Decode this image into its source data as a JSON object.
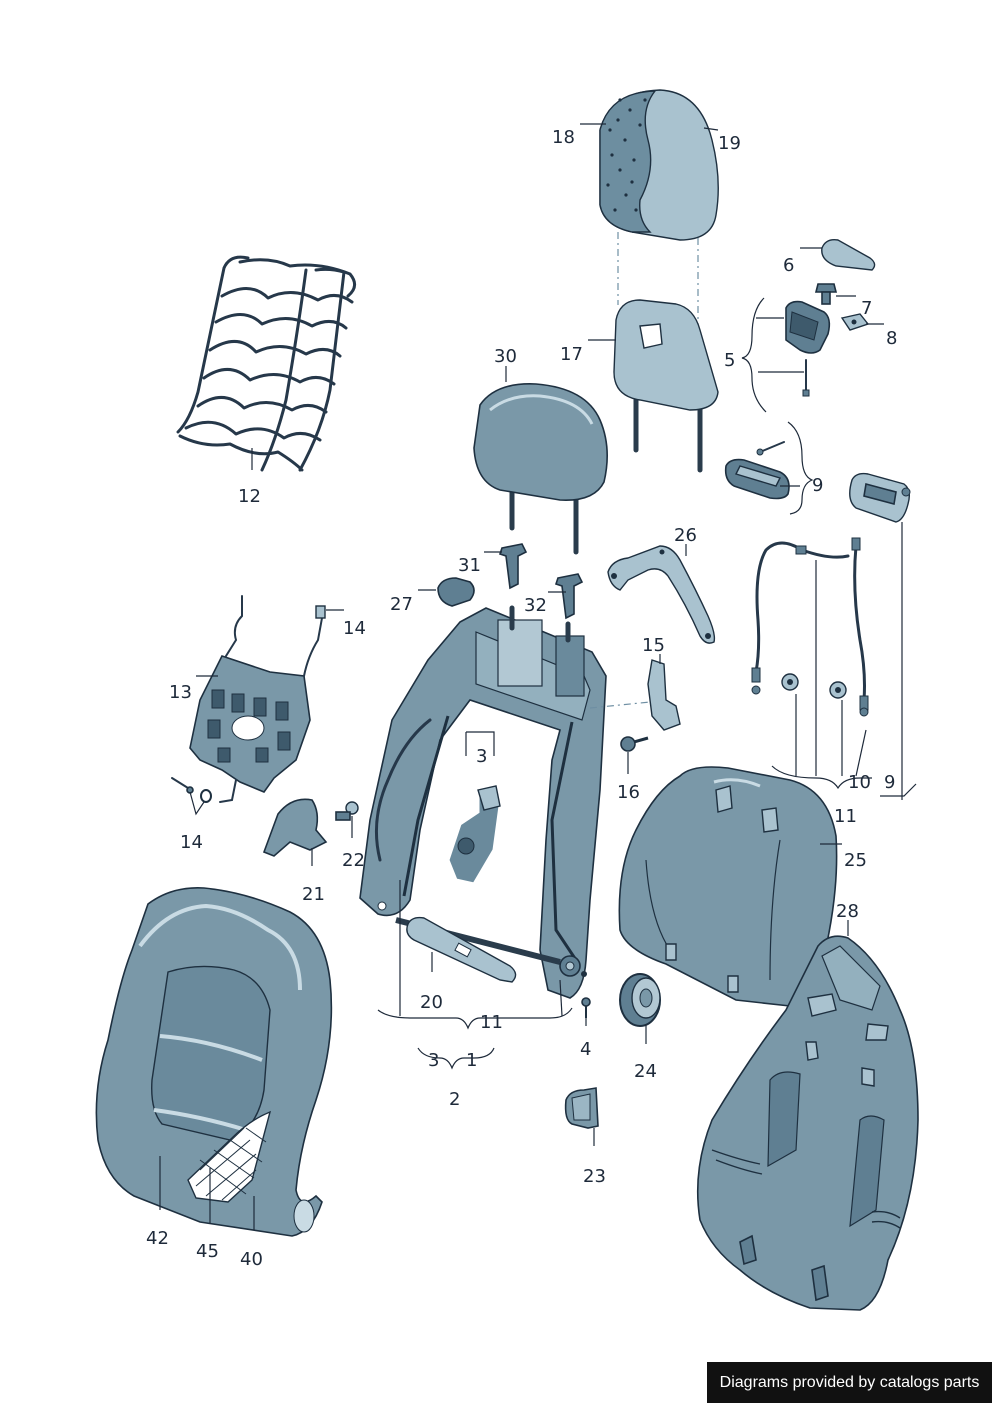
{
  "callouts": {
    "c18": "18",
    "c19": "19",
    "c6": "6",
    "c7": "7",
    "c8": "8",
    "c5": "5",
    "c30": "30",
    "c17": "17",
    "c12": "12",
    "c9a": "9",
    "c26": "26",
    "c31": "31",
    "c27": "27",
    "c32": "32",
    "c14a": "14",
    "c15": "15",
    "c13": "13",
    "c3a": "3",
    "c16": "16",
    "c10": "10",
    "c9b": "9",
    "c14b": "14",
    "c11a": "11",
    "c22": "22",
    "c25": "25",
    "c21": "21",
    "c28": "28",
    "c20": "20",
    "c11b": "11",
    "c4": "4",
    "c3b": "3",
    "c1": "1",
    "c24": "24",
    "c2": "2",
    "c23": "23",
    "c42": "42",
    "c45": "45",
    "c40": "40"
  },
  "footer": {
    "text": "Diagrams provided by catalogs parts"
  },
  "colors": {
    "part": "#7a98a8",
    "part_light": "#a9c2cf",
    "part_dark": "#5f7f92",
    "outline": "#1e3040"
  }
}
